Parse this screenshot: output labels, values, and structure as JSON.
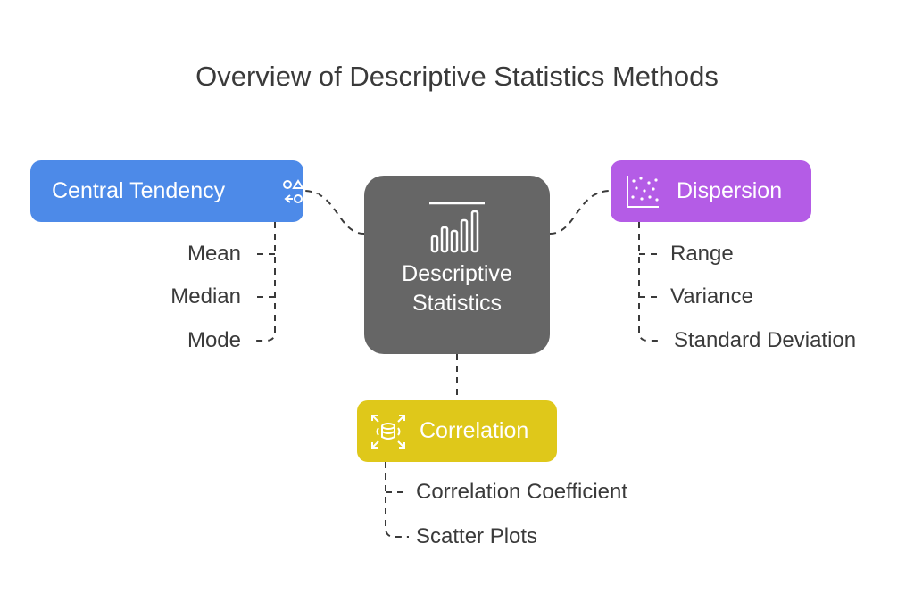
{
  "title": "Overview of Descriptive Statistics Methods",
  "center": {
    "label": "Descriptive Statistics",
    "icon": "bar-chart-icon"
  },
  "central_tendency": {
    "label": "Central Tendency",
    "icon": "shapes-icon",
    "items": [
      "Mean",
      "Median",
      "Mode"
    ],
    "color": "#4d8ae8"
  },
  "dispersion": {
    "label": "Dispersion",
    "icon": "scatter-dots-icon",
    "items": [
      "Range",
      "Variance",
      "Standard Deviation"
    ],
    "color": "#b45ce6"
  },
  "correlation": {
    "label": "Correlation",
    "icon": "database-expand-icon",
    "items": [
      "Correlation Coefficient",
      "Scatter Plots"
    ],
    "color": "#dfc81a"
  },
  "center_color": "#666666"
}
